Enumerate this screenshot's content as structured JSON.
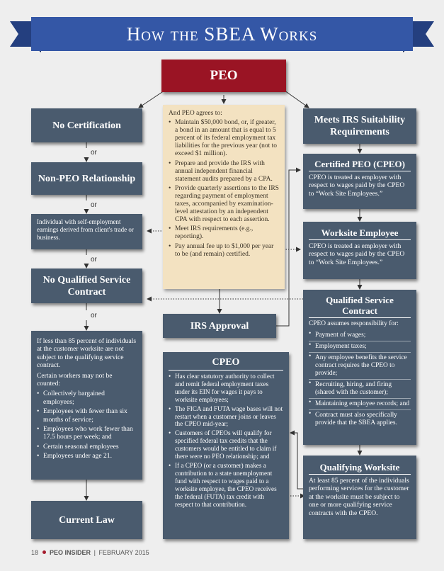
{
  "banner": {
    "title": "How the SBEA Works"
  },
  "peo": {
    "label": "PEO"
  },
  "connector_or": "or",
  "left": {
    "no_cert": "No Certification",
    "non_peo": "Non-PEO Relationship",
    "self_emp": "Individual with self-employment earnings derived from client's trade or business.",
    "no_qualified": "No Qualified Service Contract",
    "if_less": {
      "intro": "If less than 85 percent of individuals at the customer worksite are not subject to the qualifying service contract.",
      "certain": "Certain workers may not be counted:",
      "items": [
        "Collectively bargained employees;",
        "Employees with fewer than six months of service;",
        "Employees who work fewer than 17.5 hours per week; and",
        "Certain seasonal employees",
        "Employees under age 21."
      ]
    },
    "current_law": "Current Law"
  },
  "middle": {
    "agrees": {
      "intro": "And PEO agrees to:",
      "items": [
        "Maintain $50,000 bond, or, if greater, a bond in an amount that is equal to 5 percent of its federal employment tax liabilities for the previous year (not to exceed $1 million).",
        "Prepare and provide the IRS with annual independent financial statement audits prepared by a CPA.",
        "Provide quarterly assertions to the IRS regarding payment of employment taxes, accompanied by examination-level attestation by an independent CPA with respect to each assertion.",
        "Meet IRS requirements (e.g., reporting).",
        "Pay annual fee up to $1,000 per year to be (and remain) certified."
      ]
    },
    "irs_approval": "IRS Approval",
    "cpeo": {
      "title": "CPEO",
      "items": [
        "Has clear statutory authority to collect and remit federal employment taxes under its EIN for wages it pays to worksite employees;",
        "The FICA and FUTA wage bases will not restart when a customer joins or leaves the CPEO mid-year;",
        "Customers of CPEOs will qualify for specified federal tax credits that the customers would be entitled to claim if there were no PEO relationship; and",
        "If a CPEO (or a customer) makes a contribution to a state unemployment fund with respect to wages paid to a worksite employee, the CPEO receives the federal (FUTA) tax credit with respect to that contribution."
      ]
    }
  },
  "right": {
    "meets_irs": "Meets IRS Suitability Requirements",
    "certified": {
      "title": "Certified PEO (CPEO)",
      "body": "CPEO is treated as employer with respect to wages paid by the CPEO to “Work Site Employees.”"
    },
    "worksite": {
      "title": "Worksite Employee",
      "body": "CPEO is treated as employer with respect to wages paid by the CPEO to “Work Site Employees.”"
    },
    "qsc": {
      "title": "Qualified Service Contract",
      "intro": "CPEO assumes responsibility for:",
      "items": [
        "Payment of wages;",
        "Employment taxes;",
        "Any employee benefits the service contract requires the CPEO to provide;",
        "Recruiting, hiring, and firing (shared with the customer);",
        "Maintaining employee records; and",
        "Contract must also specifically provide that the SBEA applies."
      ]
    },
    "qw": {
      "title": "Qualifying Worksite",
      "body": "At least 85 percent of the individuals performing services for the customer at the worksite must be subject to one or more qualifying service contracts with the CPEO."
    }
  },
  "footer": {
    "page": "18",
    "magazine": "PEO INSIDER",
    "date": "FEBRUARY 2015"
  },
  "colors": {
    "banner": "#3457a6",
    "peo": "#9a1424",
    "box": "#4a5b6e",
    "agrees": "#f3e2c1"
  }
}
